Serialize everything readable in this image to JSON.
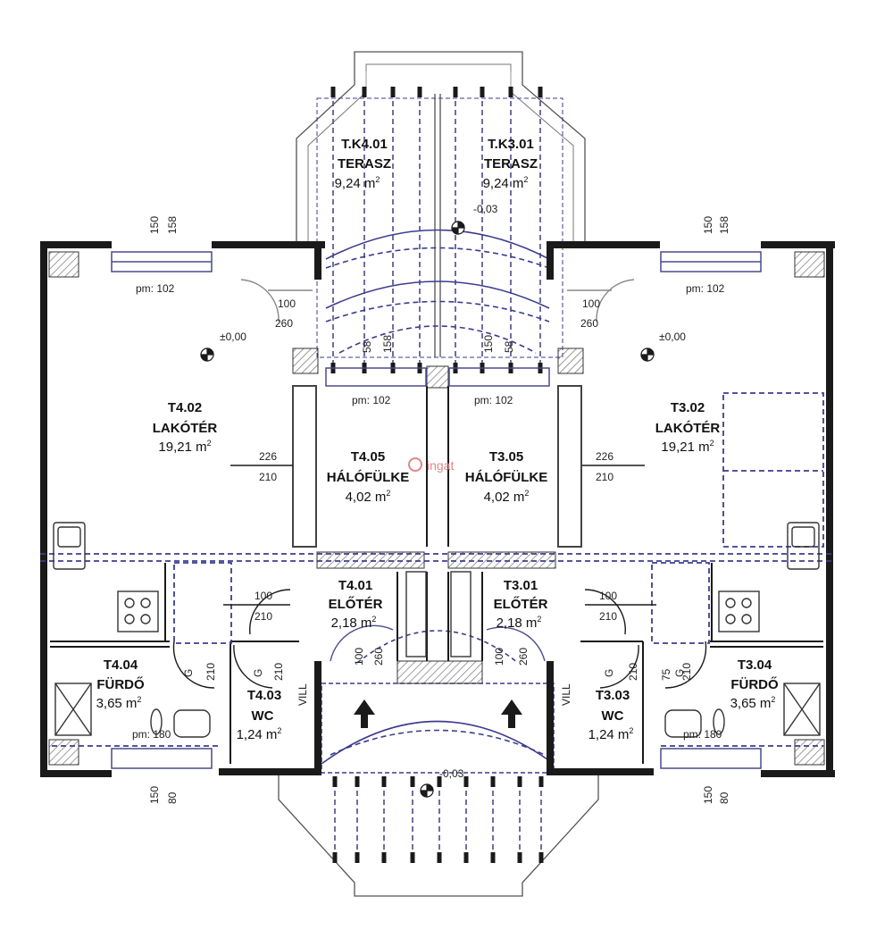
{
  "rooms": [
    {
      "code": "T.K4.01",
      "name": "TERASZ",
      "area": "9,24 m",
      "unit": "2"
    },
    {
      "code": "T.K3.01",
      "name": "TERASZ",
      "area": "9,24 m",
      "unit": "2"
    },
    {
      "code": "T4.02",
      "name": "LAKÓTÉR",
      "area": "19,21 m",
      "unit": "2"
    },
    {
      "code": "T3.02",
      "name": "LAKÓTÉR",
      "area": "19,21 m",
      "unit": "2"
    },
    {
      "code": "T4.05",
      "name": "HÁLÓFÜLKE",
      "area": "4,02 m",
      "unit": "2"
    },
    {
      "code": "T3.05",
      "name": "HÁLÓFÜLKE",
      "area": "4,02 m",
      "unit": "2"
    },
    {
      "code": "T4.01",
      "name": "ELŐTÉR",
      "area": "2,18 m",
      "unit": "2"
    },
    {
      "code": "T3.01",
      "name": "ELŐTÉR",
      "area": "2,18 m",
      "unit": "2"
    },
    {
      "code": "T4.04",
      "name": "FÜRDŐ",
      "area": "3,65 m",
      "unit": "2"
    },
    {
      "code": "T3.04",
      "name": "FÜRDŐ",
      "area": "3,65 m",
      "unit": "2"
    },
    {
      "code": "T4.03",
      "name": "WC",
      "area": "1,24 m",
      "unit": "2"
    },
    {
      "code": "T3.03",
      "name": "WC",
      "area": "1,24 m",
      "unit": "2"
    }
  ],
  "levels": {
    "terrace": "-0,03",
    "entrance": "-0,03",
    "left_floor": "±0,00",
    "right_floor": "±0,00"
  },
  "sill_labels": {
    "pm102": "pm: 102",
    "pm180": "pm: 180"
  },
  "dimensions": {
    "d150": "150",
    "d158": "158",
    "d80": "80",
    "d100": "100",
    "d260": "260",
    "d226": "226",
    "d210": "210",
    "d75": "75",
    "d58": "58"
  },
  "watermark": "ingat",
  "marks": {
    "vill": "VILL",
    "g": "G"
  },
  "colors": {
    "wall": "#1a1a1a",
    "plan_line": "#4a4a8c",
    "dashed": "#3c3c90",
    "hatch": "#666666"
  }
}
